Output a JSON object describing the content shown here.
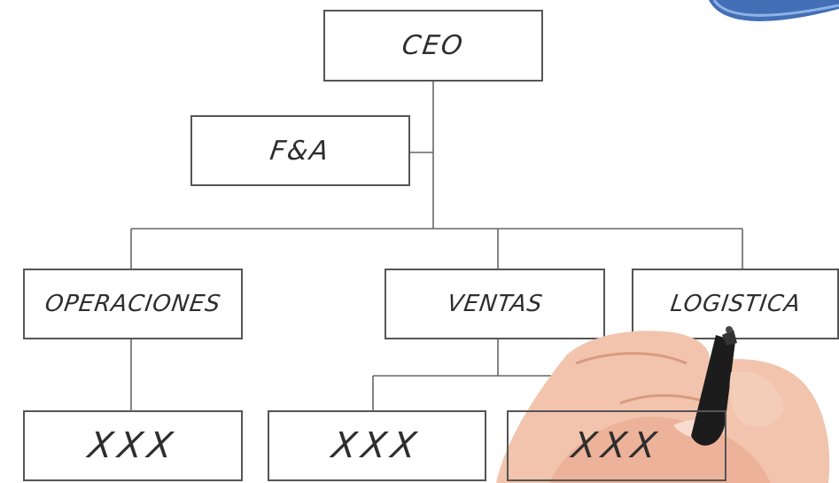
{
  "org_chart": {
    "ceo": "CEO",
    "finance": "F&A",
    "operations": "OPERACIONES",
    "sales": "VENTAS",
    "logistics": "LOGISTICA",
    "operations_child": "XXX",
    "sales_child_1": "XXX",
    "sales_child_2": "XXX"
  },
  "colors": {
    "box_border": "#555555",
    "line": "#666666",
    "text": "#2e2e2e",
    "swoosh": "#2f5fae"
  }
}
